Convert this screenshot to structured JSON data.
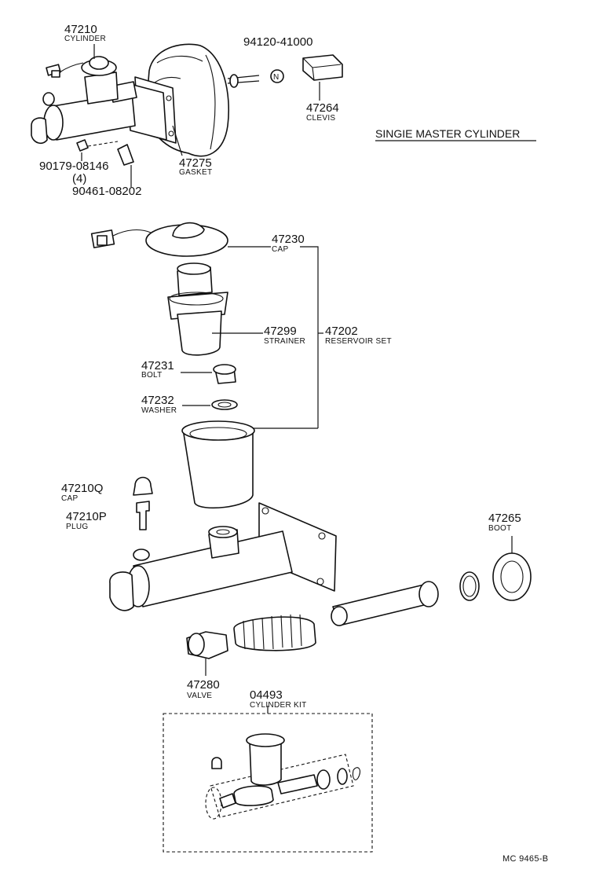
{
  "title": "SINGIE MASTER CYLINDER",
  "footer_code": "MC 9465-B",
  "parts": [
    {
      "number": "47210",
      "name": "CYLINDER"
    },
    {
      "number": "94120-41000",
      "name": ""
    },
    {
      "number": "47264",
      "name": "CLEVIS"
    },
    {
      "number": "47275",
      "name": "GASKET"
    },
    {
      "number": "90179-08146",
      "name": ""
    },
    {
      "number": "90461-08202",
      "name": ""
    },
    {
      "number": "47230",
      "name": "CAP"
    },
    {
      "number": "47299",
      "name": "STRAINER"
    },
    {
      "number": "47202",
      "name": "RESERVOIR SET"
    },
    {
      "number": "47231",
      "name": "BOLT"
    },
    {
      "number": "47232",
      "name": "WASHER"
    },
    {
      "number": "47210Q",
      "name": "CAP"
    },
    {
      "number": "47210P",
      "name": "PLUG"
    },
    {
      "number": "47265",
      "name": "BOOT"
    },
    {
      "number": "47280",
      "name": "VALVE"
    },
    {
      "number": "04493",
      "name": "CYLINDER KIT"
    }
  ],
  "quantity_note": "(4)",
  "nut_symbol": "N"
}
